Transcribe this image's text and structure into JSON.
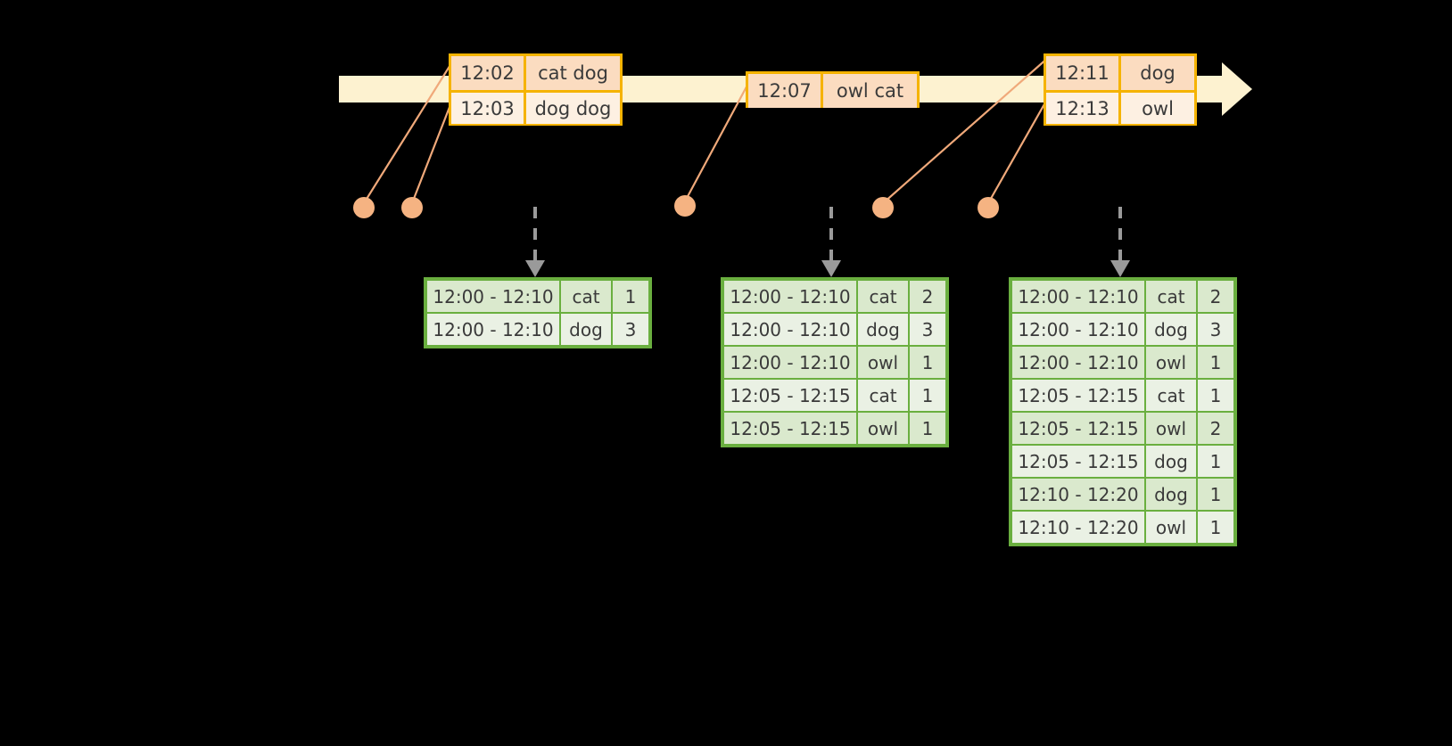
{
  "diagram": {
    "title": "sliding-window-aggregation-timeline",
    "colors": {
      "timeline_fill": "#fdf2d0",
      "event_border": "#f5b301",
      "event_fill_odd": "#fbdcc0",
      "event_fill_even": "#fdf0e2",
      "table_border": "#6aaf3f",
      "table_fill_odd": "#dae9cd",
      "table_fill_even": "#eaf1e4",
      "dot": "#f5b382",
      "connector": "#f0a97a",
      "arrow": "#9a9a9a",
      "background": "#000000"
    }
  },
  "timeline": {
    "name": "event-timeline",
    "arrow_direction": "right"
  },
  "event_boxes": [
    {
      "name": "event-box-1",
      "rows": [
        {
          "time": "12:02",
          "payload": "cat dog"
        },
        {
          "time": "12:03",
          "payload": "dog dog"
        }
      ]
    },
    {
      "name": "event-box-2",
      "rows": [
        {
          "time": "12:07",
          "payload": "owl cat"
        }
      ]
    },
    {
      "name": "event-box-3",
      "rows": [
        {
          "time": "12:11",
          "payload": "dog"
        },
        {
          "time": "12:13",
          "payload": "owl"
        }
      ]
    }
  ],
  "dots": [
    {
      "name": "event-dot-1"
    },
    {
      "name": "event-dot-2"
    },
    {
      "name": "event-dot-3"
    },
    {
      "name": "event-dot-4"
    },
    {
      "name": "event-dot-5"
    },
    {
      "name": "event-dot-6"
    }
  ],
  "result_tables": [
    {
      "name": "result-table-1",
      "rows": [
        {
          "window": "12:00 - 12:10",
          "key": "cat",
          "count": "1"
        },
        {
          "window": "12:00 - 12:10",
          "key": "dog",
          "count": "3"
        }
      ]
    },
    {
      "name": "result-table-2",
      "rows": [
        {
          "window": "12:00 - 12:10",
          "key": "cat",
          "count": "2"
        },
        {
          "window": "12:00 - 12:10",
          "key": "dog",
          "count": "3"
        },
        {
          "window": "12:00 - 12:10",
          "key": "owl",
          "count": "1"
        },
        {
          "window": "12:05 - 12:15",
          "key": "cat",
          "count": "1"
        },
        {
          "window": "12:05 - 12:15",
          "key": "owl",
          "count": "1"
        }
      ]
    },
    {
      "name": "result-table-3",
      "rows": [
        {
          "window": "12:00 - 12:10",
          "key": "cat",
          "count": "2"
        },
        {
          "window": "12:00 - 12:10",
          "key": "dog",
          "count": "3"
        },
        {
          "window": "12:00 - 12:10",
          "key": "owl",
          "count": "1"
        },
        {
          "window": "12:05 - 12:15",
          "key": "cat",
          "count": "1"
        },
        {
          "window": "12:05 - 12:15",
          "key": "owl",
          "count": "2"
        },
        {
          "window": "12:05 - 12:15",
          "key": "dog",
          "count": "1"
        },
        {
          "window": "12:10 - 12:20",
          "key": "dog",
          "count": "1"
        },
        {
          "window": "12:10 - 12:20",
          "key": "owl",
          "count": "1"
        }
      ]
    }
  ]
}
